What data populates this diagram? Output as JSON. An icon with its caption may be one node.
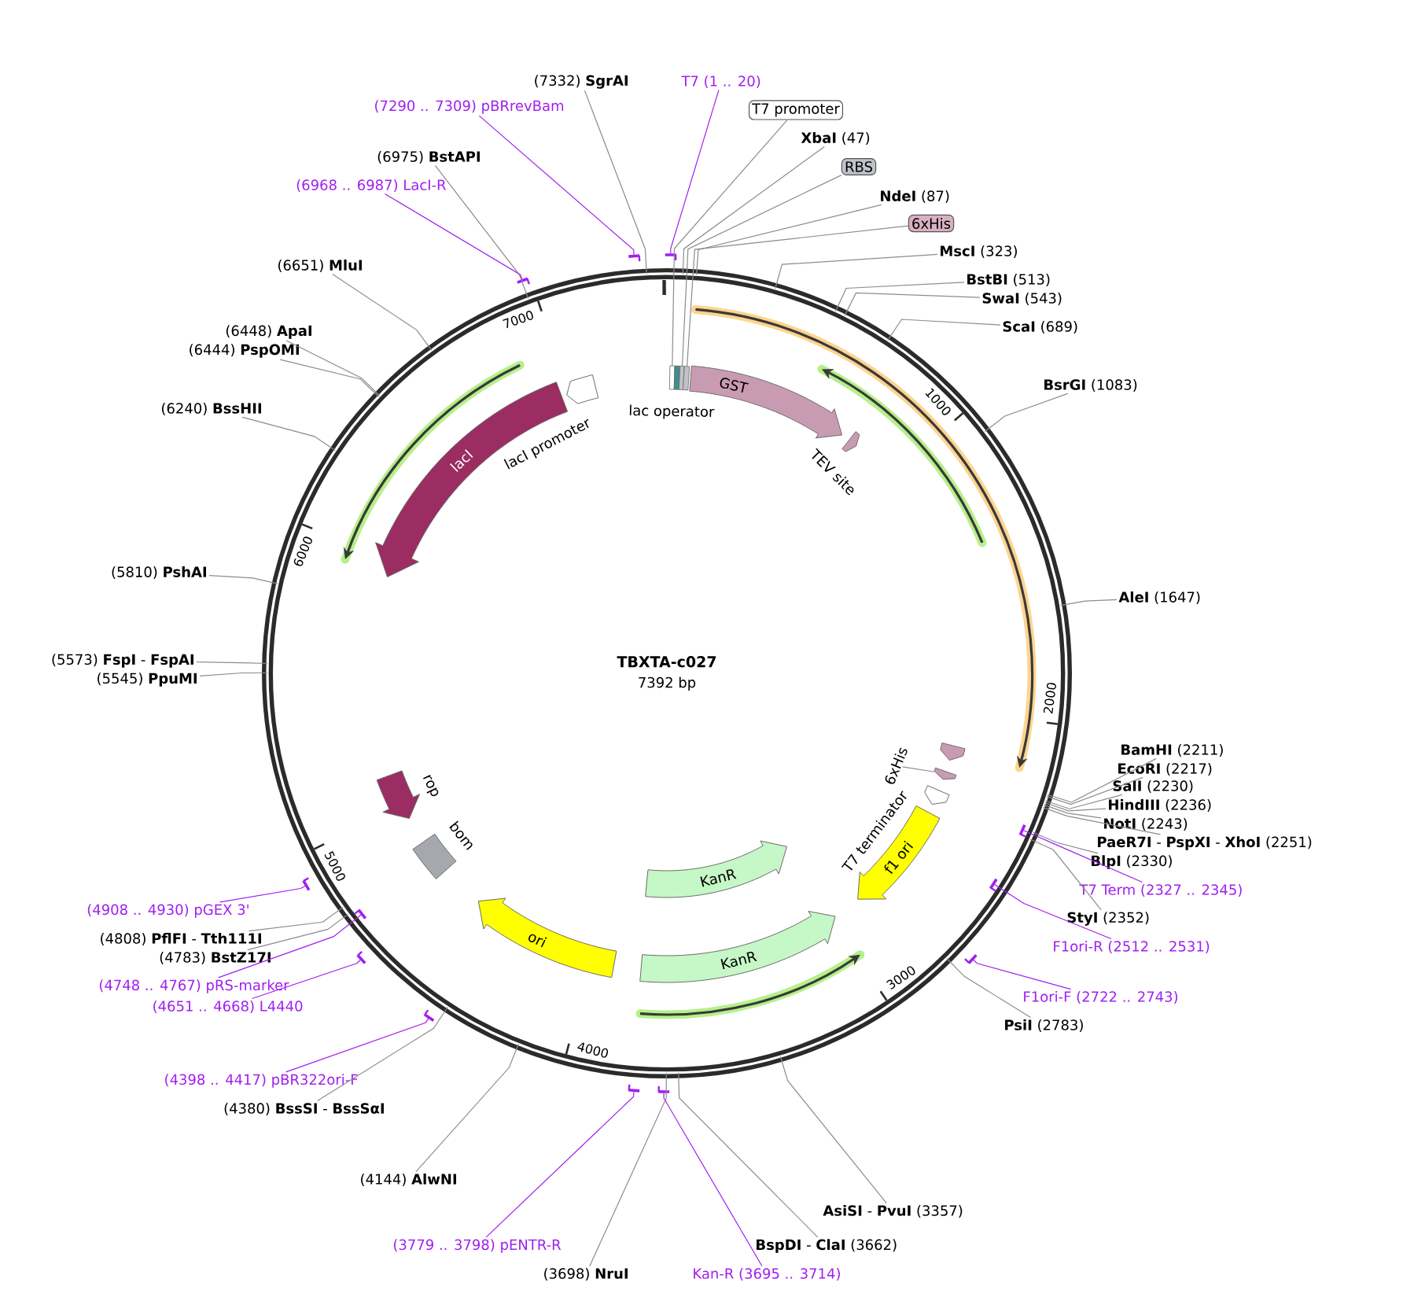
{
  "diagram": {
    "nodes": [
      {
        "text": [
          "TBXTA-c027",
          "7392 bp"
        ]
      },
      {
        "text": [],
        "shape": "box",
        "in": 0
      },
      {
        "text": [
          "lac operator"
        ],
        "in": 0
      },
      {
        "text": [],
        "shape": "box",
        "in": 0
      },
      {
        "text": [],
        "shape": "box",
        "in": 0
      },
      {
        "text": [
          "GST"
        ],
        "in": 0
      },
      {
        "text": [
          "TEV site"
        ],
        "in": 0
      },
      {
        "text": [],
        "shape": "arrow",
        "in": 0
      },
      {
        "text": [
          "6xHis"
        ],
        "in": 0
      },
      {
        "text": [
          "T7 terminator"
        ],
        "in": 0
      },
      {
        "text": [
          "f1 ori"
        ],
        "in": 0
      },
      {
        "text": [
          "KanR"
        ],
        "in": 0
      },
      {
        "text": [
          "KanR"
        ],
        "in": 0
      },
      {
        "text": [
          "ori"
        ],
        "in": 0
      },
      {
        "text": [
          "bom"
        ],
        "in": 0
      },
      {
        "text": [
          "rop"
        ],
        "in": 0
      },
      {
        "text": [
          "lacI"
        ],
        "in": 0
      },
      {
        "text": [
          "lacI promoter"
        ],
        "in": 0
      },
      {
        "text": [
          "T7 promoter"
        ]
      },
      {
        "text": [
          "RBS"
        ]
      },
      {
        "text": [
          "6xHis"
        ]
      },
      {
        "text": [
          "**XbaI** (47)"
        ]
      },
      {
        "text": [
          "**NdeI** (87)"
        ]
      },
      {
        "text": [
          "**MscI** (323)"
        ]
      },
      {
        "text": [
          "**BstBI** (513)"
        ]
      },
      {
        "text": [
          "**SwaI** (543)"
        ]
      },
      {
        "text": [
          "**ScaI** (689)"
        ]
      },
      {
        "text": [
          "**BsrGI** (1083)"
        ]
      },
      {
        "text": [
          "**AleI** (1647)"
        ]
      },
      {
        "text": [
          "**BamHI** (2211)"
        ]
      },
      {
        "text": [
          "**EcoRI** (2217)"
        ]
      },
      {
        "text": [
          "**SalI** (2230)"
        ]
      },
      {
        "text": [
          "**HindIII** (2236)"
        ]
      },
      {
        "text": [
          "**NotI** (2243)"
        ]
      },
      {
        "text": [
          "**PaeR7I** - **PspXI** - **XhoI** (2251)"
        ]
      },
      {
        "text": [
          "**BlpI** (2330)"
        ]
      },
      {
        "text": [
          "**StyI** (2352)"
        ]
      },
      {
        "text": [
          "**PsiI** (2783)"
        ]
      },
      {
        "text": [
          "**AsiSI** - **PvuI** (3357)"
        ]
      },
      {
        "text": [
          "**BspDI** - **ClaI** (3662)"
        ]
      },
      {
        "text": [
          "(3698) **NruI**"
        ]
      },
      {
        "text": [
          "(4144) **AlwNI**"
        ]
      },
      {
        "text": [
          "(4380) **BssSI** - **BssSαI**"
        ]
      },
      {
        "text": [
          "(4783) **BstZ17I**"
        ]
      },
      {
        "text": [
          "(4808) **PflFI** - **Tth111I**"
        ]
      },
      {
        "text": [
          "(5545) **PpuMI**"
        ]
      },
      {
        "text": [
          "(5573) **FspI** - **FspAI**"
        ]
      },
      {
        "text": [
          "(5810) **PshAI**"
        ]
      },
      {
        "text": [
          "(6240) **BssHII**"
        ]
      },
      {
        "text": [
          "(6444) **PspOMI**"
        ]
      },
      {
        "text": [
          "(6448) **ApaI**"
        ]
      },
      {
        "text": [
          "(6651) **MluI**"
        ]
      },
      {
        "text": [
          "(6975) **BstAPI**"
        ]
      },
      {
        "text": [
          "(7332) **SgrAI**"
        ]
      },
      {
        "text": [
          "T7 (1 .. 20)"
        ]
      },
      {
        "text": [
          "T7 Term (2327 .. 2345)"
        ]
      },
      {
        "text": [
          "F1ori-R (2512 .. 2531)"
        ]
      },
      {
        "text": [
          "F1ori-F (2722 .. 2743)"
        ]
      },
      {
        "text": [
          "Kan-R (3695 .. 3714)"
        ]
      },
      {
        "text": [
          "(3779 .. 3798) pENTR-R"
        ]
      },
      {
        "text": [
          "(4398 .. 4417) pBR322ori-F"
        ]
      },
      {
        "text": [
          "(4651 .. 4668) L4440"
        ]
      },
      {
        "text": [
          "(4748 .. 4767) pRS-marker"
        ]
      },
      {
        "text": [
          "(4908 .. 4930) pGEX 3'"
        ]
      },
      {
        "text": [
          "(6968 .. 6987) LacI-R"
        ]
      },
      {
        "text": [
          "(7290 .. 7309) pBRrevBam"
        ]
      },
      {
        "text": [],
        "shape": "arrow"
      },
      {
        "text": [],
        "shape": "arrow",
        "in": 0
      },
      {
        "text": [],
        "shape": "arrow",
        "in": 0
      },
      {
        "text": [],
        "shape": "arrow"
      },
      {
        "text": [],
        "shape": "arrow"
      },
      {
        "text": [],
        "shape": "arrow"
      },
      {
        "text": [],
        "shape": "arrow"
      },
      {
        "text": [],
        "shape": "arrow"
      },
      {
        "text": [],
        "shape": "arrow",
        "in": 0
      },
      {
        "text": [],
        "shape": "arrow"
      },
      {
        "text": [],
        "shape": "arrow"
      },
      {
        "text": [],
        "shape": "arrow"
      },
      {
        "text": [],
        "shape": "arrow",
        "in": 0
      }
    ],
    "edges": [
      {
        "from": 21,
        "to": 0,
        "arrow": "none"
      },
      {
        "from": 22,
        "to": 0,
        "arrow": "none"
      },
      {
        "from": 23,
        "to": 0,
        "arrow": "none"
      },
      {
        "from": 24,
        "to": 0,
        "arrow": "none"
      },
      {
        "from": 25,
        "to": 0,
        "arrow": "none"
      },
      {
        "from": 26,
        "to": 0,
        "arrow": "none"
      },
      {
        "from": 27,
        "to": 0,
        "arrow": "none"
      },
      {
        "from": 28,
        "to": 0,
        "arrow": "none"
      },
      {
        "from": 29,
        "to": 0,
        "arrow": "none"
      },
      {
        "from": 30,
        "to": 0,
        "arrow": "none"
      },
      {
        "from": 31,
        "to": 0,
        "arrow": "none"
      },
      {
        "from": 32,
        "to": 0,
        "arrow": "none"
      },
      {
        "from": 33,
        "to": 0,
        "arrow": "none"
      },
      {
        "from": 34,
        "to": 0,
        "arrow": "none"
      },
      {
        "from": 35,
        "to": 0,
        "arrow": "none"
      },
      {
        "from": 36,
        "to": 0,
        "arrow": "none"
      },
      {
        "from": 37,
        "to": 0,
        "arrow": "none"
      },
      {
        "from": 38,
        "to": 0,
        "arrow": "none"
      },
      {
        "from": 39,
        "to": 0,
        "arrow": "none"
      },
      {
        "from": 40,
        "to": 0,
        "arrow": "none"
      },
      {
        "from": 41,
        "to": 0,
        "arrow": "none"
      },
      {
        "from": 42,
        "to": 0,
        "arrow": "none"
      },
      {
        "from": 43,
        "to": 0,
        "arrow": "none"
      },
      {
        "from": 44,
        "to": 0,
        "arrow": "none"
      },
      {
        "from": 45,
        "to": 0,
        "arrow": "none"
      },
      {
        "from": 46,
        "to": 0,
        "arrow": "none"
      },
      {
        "from": 47,
        "to": 0,
        "arrow": "none"
      },
      {
        "from": 48,
        "to": 0,
        "arrow": "none"
      },
      {
        "from": 49,
        "to": 0,
        "arrow": "none"
      },
      {
        "from": 50,
        "to": 0,
        "arrow": "none"
      },
      {
        "from": 51,
        "to": 0,
        "arrow": "none"
      },
      {
        "from": 52,
        "to": 0,
        "arrow": "none"
      },
      {
        "from": 53,
        "to": 0,
        "arrow": "none"
      },
      {
        "from": 54,
        "to": 66,
        "arrow": "none",
        "color": "#a020f0"
      },
      {
        "from": 55,
        "to": 67,
        "arrow": "none",
        "color": "#a020f0"
      },
      {
        "from": 56,
        "to": 68,
        "arrow": "none",
        "color": "#a020f0"
      },
      {
        "from": 57,
        "to": 69,
        "arrow": "none",
        "color": "#a020f0"
      },
      {
        "from": 58,
        "to": 70,
        "arrow": "none",
        "color": "#a020f0"
      },
      {
        "from": 59,
        "to": 71,
        "arrow": "none",
        "color": "#a020f0"
      },
      {
        "from": 60,
        "to": 72,
        "arrow": "none",
        "color": "#a020f0"
      },
      {
        "from": 61,
        "to": 73,
        "arrow": "none",
        "color": "#a020f0"
      },
      {
        "from": 62,
        "to": 74,
        "arrow": "none",
        "color": "#a020f0"
      },
      {
        "from": 63,
        "to": 75,
        "arrow": "none",
        "color": "#a020f0"
      },
      {
        "from": 64,
        "to": 76,
        "arrow": "none",
        "color": "#a020f0"
      },
      {
        "from": 65,
        "to": 77,
        "arrow": "none",
        "color": "#a020f0"
      },
      {
        "from": 18,
        "to": 1,
        "arrow": "none"
      },
      {
        "from": 19,
        "to": 3,
        "arrow": "none"
      },
      {
        "from": 20,
        "to": 4,
        "arrow": "none"
      },
      {
        "from": 8,
        "to": 78,
        "arrow": "none"
      }
    ],
    "labels": [
      "1000",
      "2000",
      "3000",
      "4000",
      "5000",
      "6000",
      "7000"
    ]
  }
}
